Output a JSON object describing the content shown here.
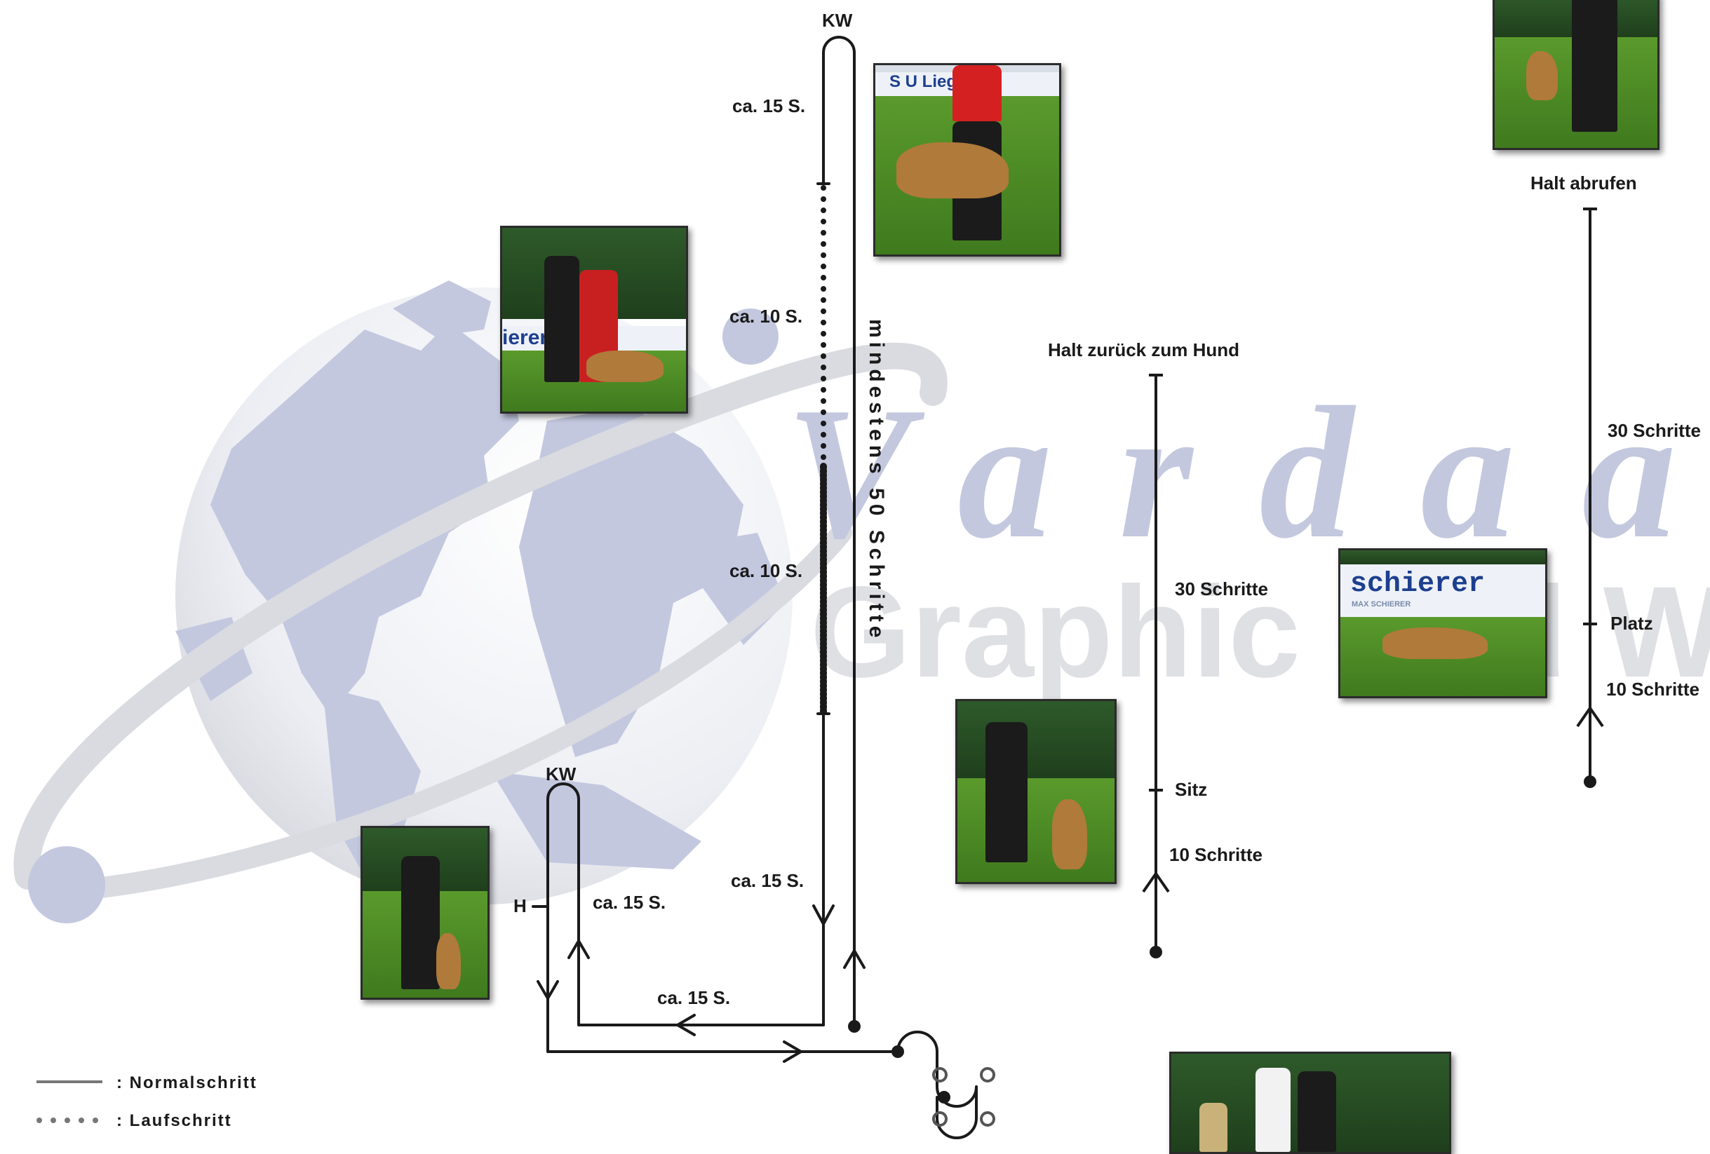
{
  "watermark": {
    "word1": "Vardaa",
    "word2": "Graphic and Web",
    "color": "#c3c8df"
  },
  "course": {
    "kw_top": "KW",
    "kw_left": "KW",
    "h_marker": "H",
    "label_15a": "ca. 15 S.",
    "label_10a": "ca. 10 S.",
    "label_10b": "ca. 10 S.",
    "label_15b": "ca. 15 S.",
    "label_15c": "ca. 15 S.",
    "label_15d": "ca. 15 S.",
    "vertical_note": "mindestens 50 Schritte"
  },
  "exercise_sit": {
    "title": "Halt zurück zum Hund",
    "steps_30": "30 Schritte",
    "sitz": "Sitz",
    "steps_10": "10 Schritte"
  },
  "exercise_down": {
    "title": "Halt abrufen",
    "steps_30": "30 Schritte",
    "platz": "Platz",
    "steps_10": "10 Schritte"
  },
  "photos": {
    "banner_liegl": "S      U Liegl",
    "banner_schierer": "schierer",
    "banner_schierer_sub": "MAX SCHIERER",
    "banner_left": "ierer"
  },
  "legend": {
    "normal": ": Normalschritt",
    "lauf": ": Laufschritt"
  },
  "colors": {
    "line": "#1a1a1a",
    "photo_border": "#2b2b2b",
    "grass": "#4c8a24"
  }
}
